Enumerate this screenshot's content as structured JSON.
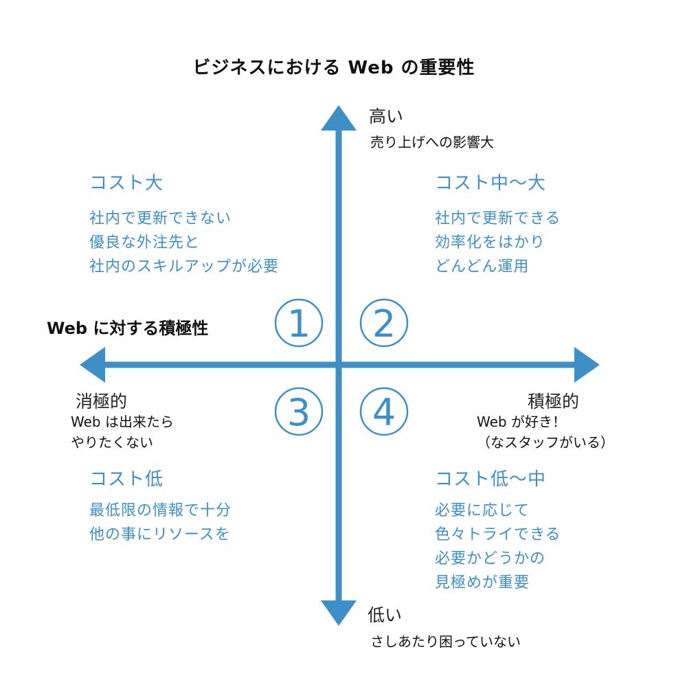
{
  "title": "ビジネスにおける Web の重要性",
  "y_axis_title": "Web に対する積極性",
  "axis": {
    "top": {
      "label": "高い",
      "sub": "売り上げへの影響大"
    },
    "bottom": {
      "label": "低い",
      "sub": "さしあたり困っていない"
    },
    "left": {
      "label": "消極的",
      "sub": [
        "Web は出来たら",
        "やりたくない"
      ]
    },
    "right": {
      "label": "積極的",
      "sub": [
        "Web が好き！",
        "（なスタッフがいる）"
      ]
    }
  },
  "quadrants": [
    {
      "number": "1",
      "heading": "コスト大",
      "lines": [
        "社内で更新できない",
        "優良な外注先と",
        "社内のスキルアップが必要"
      ]
    },
    {
      "number": "2",
      "heading": "コスト中〜大",
      "lines": [
        "社内で更新できる",
        "効率化をはかり",
        "どんどん運用"
      ]
    },
    {
      "number": "3",
      "heading": "コスト低",
      "lines": [
        "最低限の情報で十分",
        "他の事にリソースを"
      ]
    },
    {
      "number": "4",
      "heading": "コスト低〜中",
      "lines": [
        "必要に応じて",
        "色々トライできる",
        "必要かどうかの",
        "見極めが重要"
      ]
    }
  ],
  "colors": {
    "accent": "#3d8fc8",
    "text": "#111111"
  }
}
